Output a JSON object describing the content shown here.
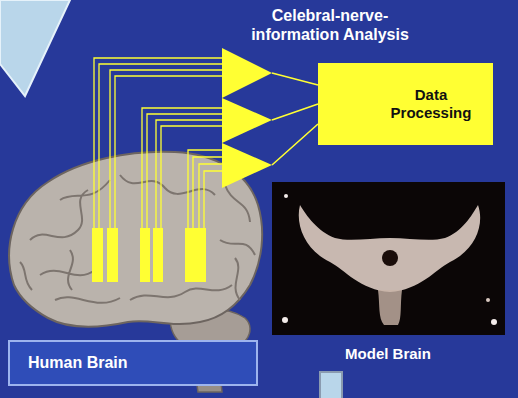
{
  "diagram": {
    "title": "Celebral-nerve- information Analysis",
    "nodes": [
      {
        "text": [
          "Data Processing"
        ]
      },
      {
        "text": [
          "Human Brain"
        ]
      }
    ],
    "labels": [
      "Model Brain"
    ]
  }
}
